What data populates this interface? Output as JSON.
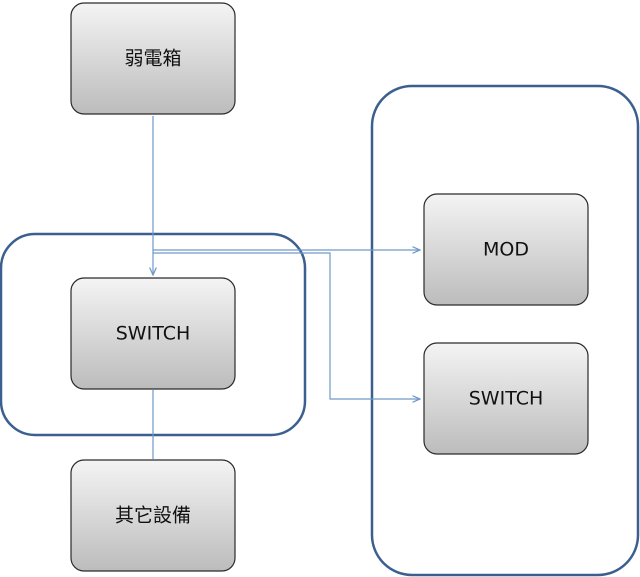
{
  "nodes": {
    "weak_box": "弱電箱",
    "switch_main": "SWITCH",
    "other_devices": "其它設備",
    "mod": "MOD",
    "switch_right": "SWITCH"
  },
  "colors": {
    "group_border": "#3b5f8f",
    "node_border": "#2a2a2a",
    "connector": "#6f9ac8",
    "node_fill_top": "#f3f3f3",
    "node_fill_bottom": "#bdbdbd"
  }
}
